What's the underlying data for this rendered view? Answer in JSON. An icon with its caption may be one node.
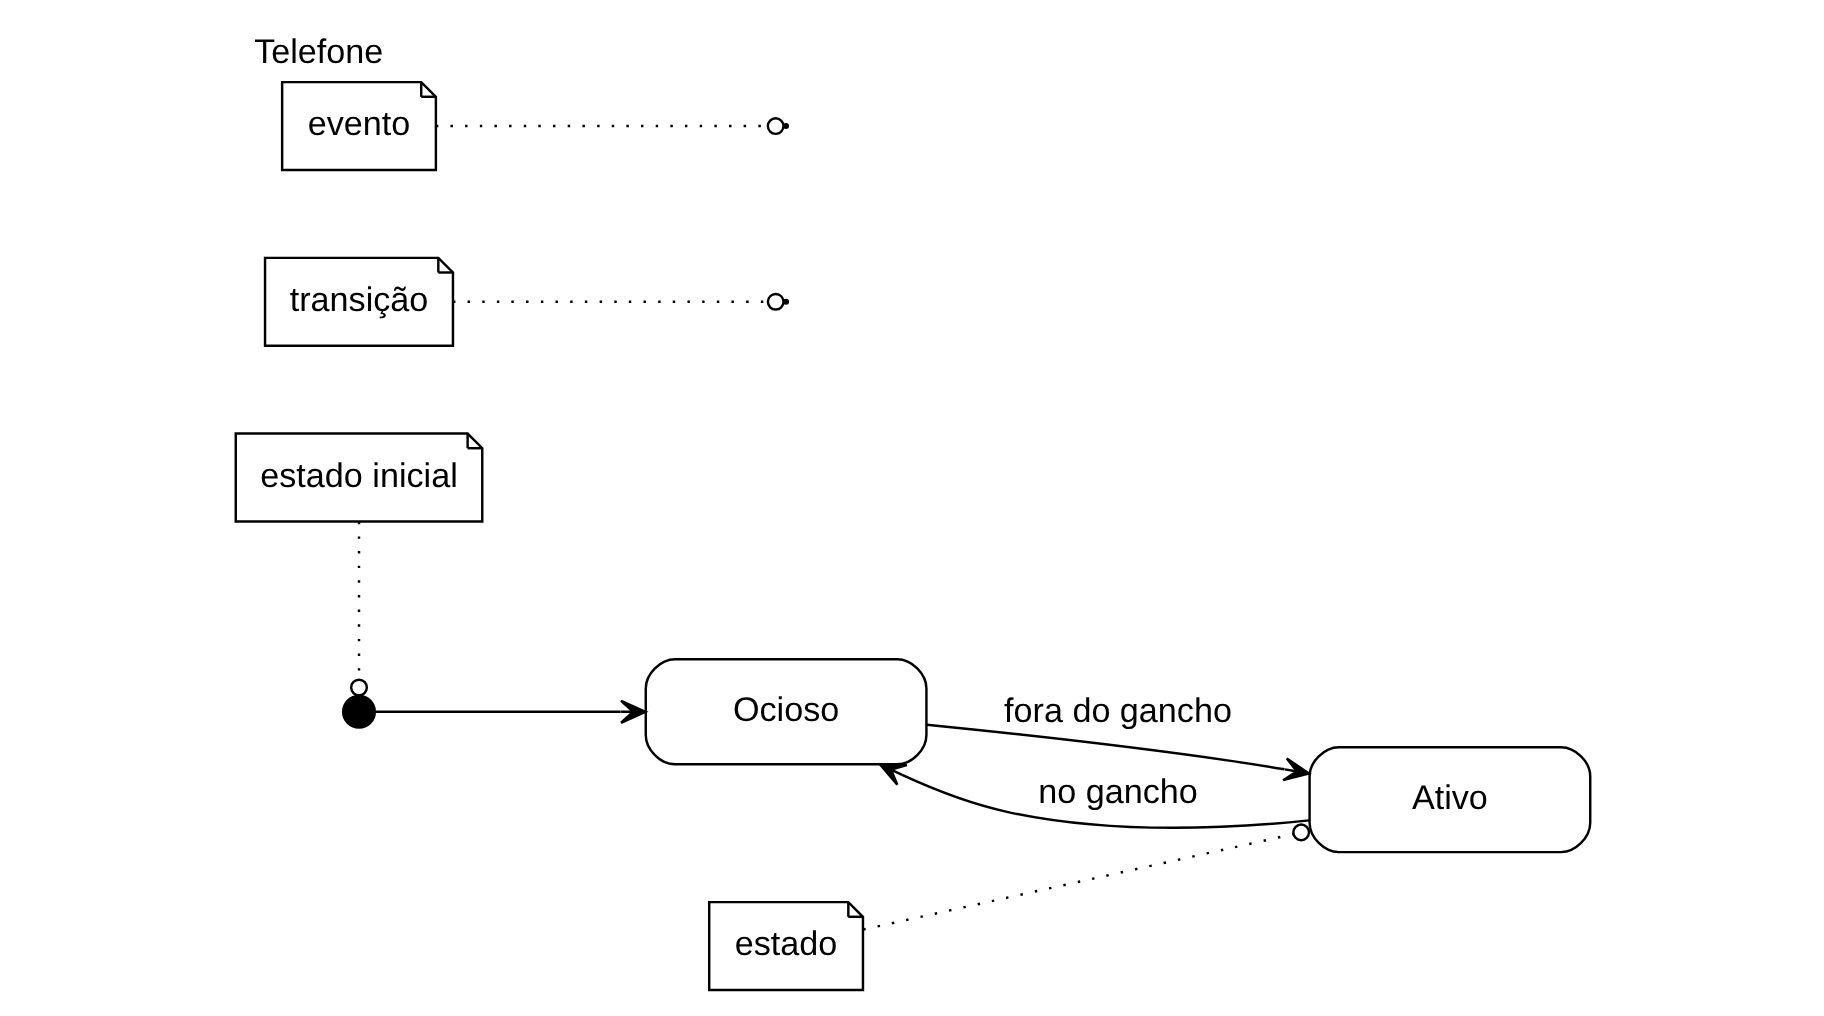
{
  "diagram": {
    "title": "Telefone",
    "nodes": [
      {
        "text": [],
        "shape": "circle"
      },
      {
        "text": [
          "estado inicial"
        ]
      },
      {
        "text": [
          "Ocioso"
        ]
      },
      {
        "text": [
          "Ativo"
        ]
      },
      {
        "text": [
          "estado"
        ]
      },
      {
        "text": [
          "transição"
        ]
      },
      {
        "text": [
          "evento"
        ]
      }
    ],
    "edges": [
      {
        "from": 0,
        "to": 2,
        "arrow": "to"
      },
      {
        "from": 2,
        "to": 3,
        "arrow": "to",
        "label": "fora do gancho"
      },
      {
        "from": 3,
        "to": 2,
        "arrow": "to",
        "label": "no gancho"
      },
      {
        "from": 1,
        "to": 0,
        "arrow": "other",
        "style": "dashed"
      },
      {
        "from": 4,
        "to": 3,
        "arrow": "other",
        "style": "dashed"
      },
      {
        "from": 5,
        "to": null,
        "arrow": "other",
        "style": "dashed"
      },
      {
        "from": 6,
        "to": null,
        "arrow": "other",
        "style": "dashed"
      }
    ]
  }
}
